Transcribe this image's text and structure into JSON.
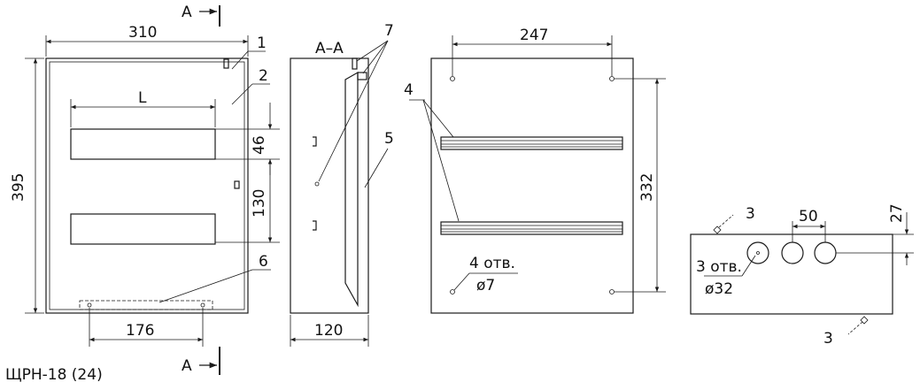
{
  "caption": "ЩРН-18 (24)",
  "section_marker": "A",
  "section_title": "A–A",
  "dimensions": {
    "front_width": "310",
    "front_height": "395",
    "opening_width": "L",
    "opening_height": "46",
    "opening_spacing": "130",
    "rail_width": "176",
    "depth": "120",
    "back_hole_spacing_x": "247",
    "back_hole_spacing_y": "332",
    "back_holes_count": "4 отв.",
    "back_holes_dia": "ø7",
    "top_holes_count": "3 отв.",
    "top_holes_dia": "ø32",
    "top_hole_spacing": "50",
    "top_hole_offset": "27"
  },
  "callouts": [
    "1",
    "2",
    "3",
    "4",
    "5",
    "6",
    "7"
  ]
}
